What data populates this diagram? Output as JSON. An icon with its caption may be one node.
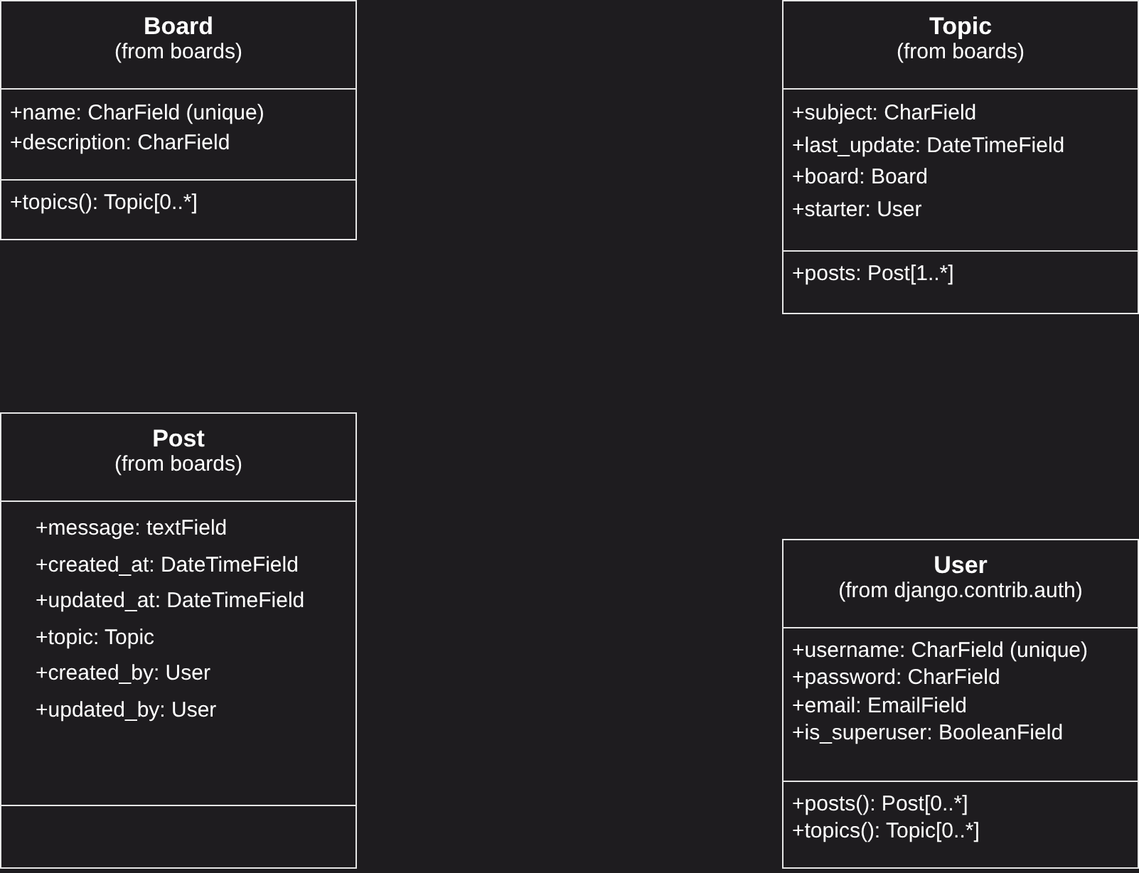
{
  "diagram": {
    "nodes": [
      {
        "text": [
          "Board",
          "(from boards)",
          "+name: CharField (unique)",
          "+description: CharField",
          "+topics(): Topic[0..*]"
        ]
      },
      {
        "text": [
          "Topic",
          "(from boards)",
          "+subject: CharField",
          "+last_update: DateTimeField",
          "+board: Board",
          "+starter: User",
          "+posts: Post[1..*]"
        ]
      },
      {
        "text": [
          "Post",
          "(from boards)",
          "+message: textField",
          "+created_at: DateTimeField",
          "+updated_at: DateTimeField",
          "+topic: Topic",
          "+created_by: User",
          "+updated_by: User"
        ]
      },
      {
        "text": [
          "User",
          "(from django.contrib.auth)",
          "+username: CharField (unique)",
          "+password: CharField",
          "+email: EmailField",
          "+is_superuser: BooleanField",
          "+posts(): Post[0..*]",
          "+topics(): Topic[0..*]"
        ]
      }
    ]
  }
}
